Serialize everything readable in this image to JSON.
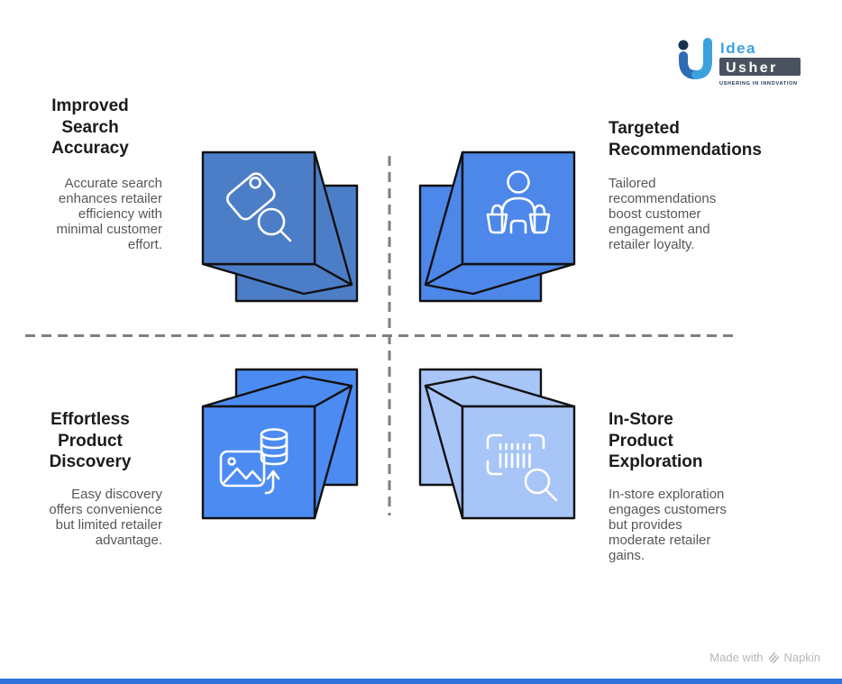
{
  "logo": {
    "brand_top": "Idea",
    "brand_bottom": "Usher",
    "tagline": "USHERING IN INNOVATION",
    "brand_light_blue": "#3ba2de",
    "brand_dark_blue": "#2e6cb5",
    "brand_navy": "#16324f",
    "brand_box_gray": "#49525e"
  },
  "quadrants": [
    {
      "position": "top-left",
      "title": "Improved\nSearch\nAccuracy",
      "description": "Accurate search\nenhances retailer\nefficiency with\nminimal customer\neffort.",
      "cube_color": "#4c7ec8",
      "icon": "tag-search-icon"
    },
    {
      "position": "top-right",
      "title": "Targeted\nRecommendations",
      "description": "Tailored\nrecommendations\nboost customer\nengagement and\nretailer loyalty.",
      "cube_color": "#4d87ea",
      "icon": "customer-shopping-bags-icon"
    },
    {
      "position": "bottom-left",
      "title": "Effortless\nProduct\nDiscovery",
      "description": "Easy discovery\noffers convenience\nbut limited retailer\nadvantage.",
      "cube_color": "#4c8cf2",
      "icon": "image-database-upload-icon"
    },
    {
      "position": "bottom-right",
      "title": "In-Store\nProduct\nExploration",
      "description": "In-store exploration\nengages customers\nbut provides\nmoderate retailer\ngains.",
      "cube_color": "#a8c5f8",
      "icon": "barcode-search-icon"
    }
  ],
  "divider_color": "#7f7f7f",
  "footer": {
    "credit_prefix": "Made with",
    "credit_brand": "Napkin",
    "accent_bar_color": "#3272dc"
  }
}
